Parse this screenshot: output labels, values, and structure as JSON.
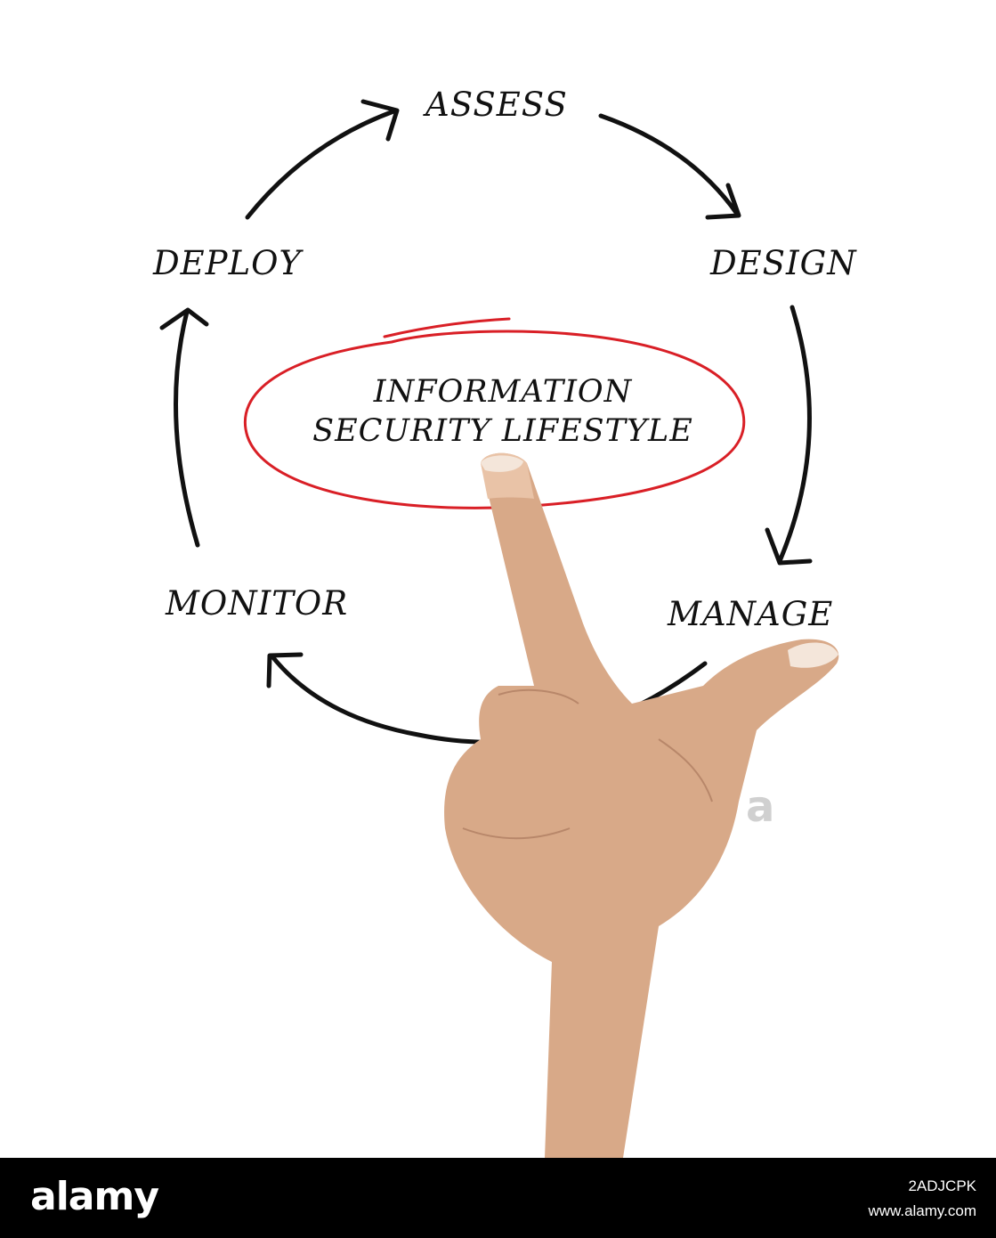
{
  "diagram": {
    "steps": [
      {
        "id": "assess",
        "label": "ASSESS"
      },
      {
        "id": "design",
        "label": "DESIGN"
      },
      {
        "id": "manage",
        "label": "MANAGE"
      },
      {
        "id": "monitor",
        "label": "MONITOR"
      },
      {
        "id": "deploy",
        "label": "DEPLOY"
      }
    ],
    "center": {
      "line1": "INFORMATION",
      "line2": "SECURITY LIFESTYLE"
    },
    "colors": {
      "ink": "#111111",
      "highlight": "#d91f26",
      "skin": "#d8a988"
    }
  },
  "footer": {
    "brand": "alamy",
    "image_id": "2ADJCPK",
    "site": "www.alamy.com",
    "watermark": "a"
  }
}
